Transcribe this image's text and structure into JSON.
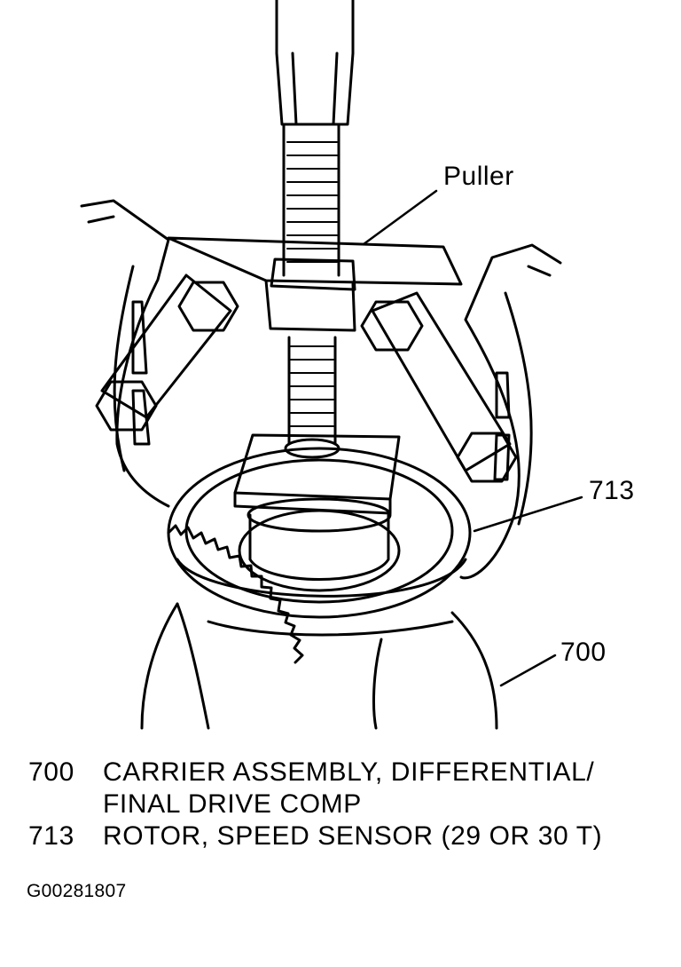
{
  "callouts": {
    "puller": "Puller",
    "rotor": "713",
    "carrier": "700"
  },
  "legend": [
    {
      "number": "700",
      "lines": [
        "CARRIER ASSEMBLY, DIFFERENTIAL/",
        "FINAL DRIVE COMP"
      ]
    },
    {
      "number": "713",
      "lines": [
        "ROTOR, SPEED SENSOR (29 OR 30 T)"
      ]
    }
  ],
  "figure_id": "G00281807"
}
